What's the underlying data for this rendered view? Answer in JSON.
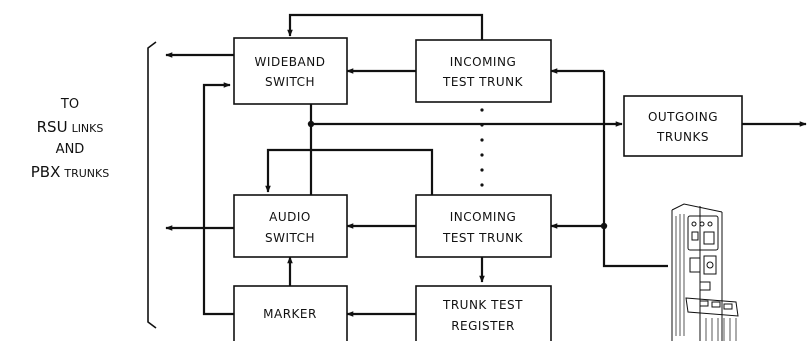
{
  "blocks": {
    "wideband_switch": [
      "WIDEBAND",
      "SWITCH"
    ],
    "incoming_test_trunk_top": [
      "INCOMING",
      "TEST TRUNK"
    ],
    "outgoing_trunks": [
      "OUTGOING",
      "TRUNKS"
    ],
    "audio_switch": [
      "AUDIO",
      "SWITCH"
    ],
    "incoming_test_trunk_bottom": [
      "INCOMING",
      "TEST TRUNK"
    ],
    "marker": [
      "MARKER"
    ],
    "trunk_test_register": [
      "TRUNK TEST",
      "REGISTER"
    ]
  },
  "side_label": {
    "line1": "TO",
    "line2_big": "RSU",
    "line2_small": "LINKS",
    "line3": "AND",
    "line4_big": "PBX",
    "line4_small": "TRUNKS"
  }
}
